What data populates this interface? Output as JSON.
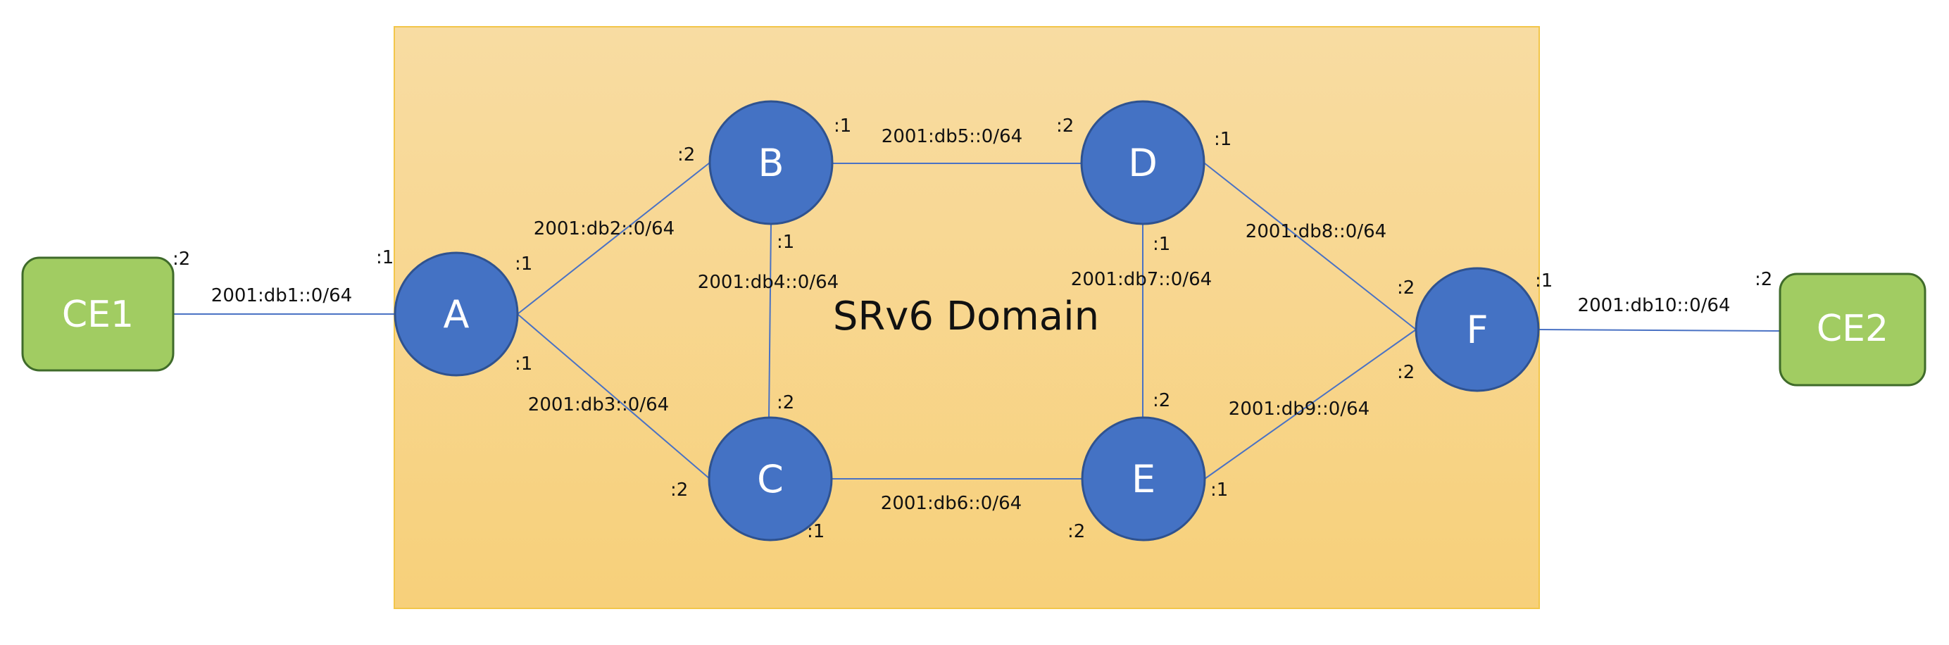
{
  "domain": {
    "label": "SRv6 Domain",
    "fill_top": "#f8dca2",
    "fill_bottom": "#f7d07a",
    "border": "#f2c64a"
  },
  "colors": {
    "router_fill": "#4472c4",
    "router_border": "#2f528f",
    "ce_fill": "#a1cc62",
    "ce_border": "#3f6b2a",
    "link": "#4a72c4"
  },
  "nodes": {
    "ce1": "CE1",
    "ce2": "CE2",
    "a": "A",
    "b": "B",
    "c": "C",
    "d": "D",
    "e": "E",
    "f": "F"
  },
  "links": {
    "ce1_a": {
      "subnet": "2001:db1::0/64",
      "port_ce1": ":2",
      "port_a": ":1"
    },
    "a_b": {
      "subnet": "2001:db2::0/64",
      "port_a": ":1",
      "port_b": ":2"
    },
    "a_c": {
      "subnet": "2001:db3::0/64",
      "port_a": ":1",
      "port_c": ":2"
    },
    "b_c": {
      "subnet": "2001:db4::0/64",
      "port_b": ":1",
      "port_c": ":2"
    },
    "b_d": {
      "subnet": "2001:db5::0/64",
      "port_b": ":1",
      "port_d": ":2"
    },
    "c_e": {
      "subnet": "2001:db6::0/64",
      "port_c": ":1",
      "port_e": ":2"
    },
    "d_e": {
      "subnet": "2001:db7::0/64",
      "port_d": ":1",
      "port_e": ":2"
    },
    "d_f": {
      "subnet": "2001:db8::0/64",
      "port_d": ":1",
      "port_f": ":2"
    },
    "e_f": {
      "subnet": "2001:db9::0/64",
      "port_e": ":1",
      "port_f": ":2"
    },
    "f_ce2": {
      "subnet": "2001:db10::0/64",
      "port_f": ":1",
      "port_ce2": ":2"
    }
  }
}
